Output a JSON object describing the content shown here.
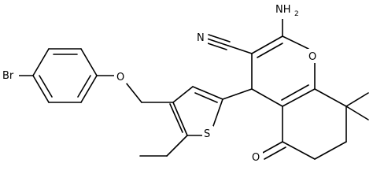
{
  "molecule": {
    "atoms": {
      "bromine": "Br",
      "ether_oxygen": "O",
      "thiophene_sulfur": "S",
      "nitrile_nitrogen": "N",
      "pyran_oxygen": "O",
      "ketone_oxygen": "O",
      "amino_group": "NH",
      "amino_subscript": "2"
    }
  }
}
